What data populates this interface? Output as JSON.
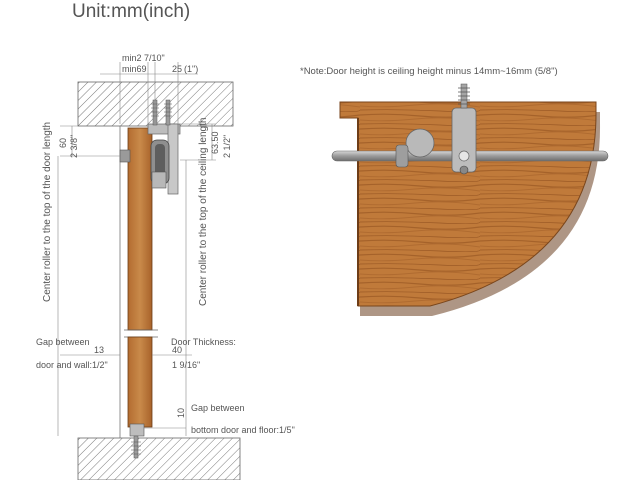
{
  "title": "Unit:mm(inch)",
  "note": "*Note:Door height is ceiling height minus 14mm~16mm (5/8\")",
  "dimensions": {
    "min_inch": "min2 7/10\"",
    "min_mm": "min69",
    "bracket_mm": "25",
    "bracket_inch": "(1\")",
    "ceiling_mm": "60",
    "ceiling_inch": "2 3/8\"",
    "roller_mm": "63.50",
    "roller_inch": "2 1/2\"",
    "wall_gap_mm": "13",
    "door_thickness_mm": "40",
    "door_thickness_inch": "1 9/16\"",
    "floor_gap_mm": "10"
  },
  "labels": {
    "left_vertical": "Center roller to the top of the door length",
    "right_vertical": "Center roller to the top of the ceiling length",
    "gap_wall_line1": "Gap between",
    "gap_wall_line2": "door and wall:1/2\"",
    "door_thickness_label": "Door Thickness:",
    "gap_floor_line1": "Gap between",
    "gap_floor_line2": "bottom door and floor:1/5\""
  },
  "colors": {
    "wood": "#c07a3a",
    "wood_dark": "#8a4e1f",
    "metal": "#a9a9a9",
    "hatch": "#7a7a7a"
  }
}
